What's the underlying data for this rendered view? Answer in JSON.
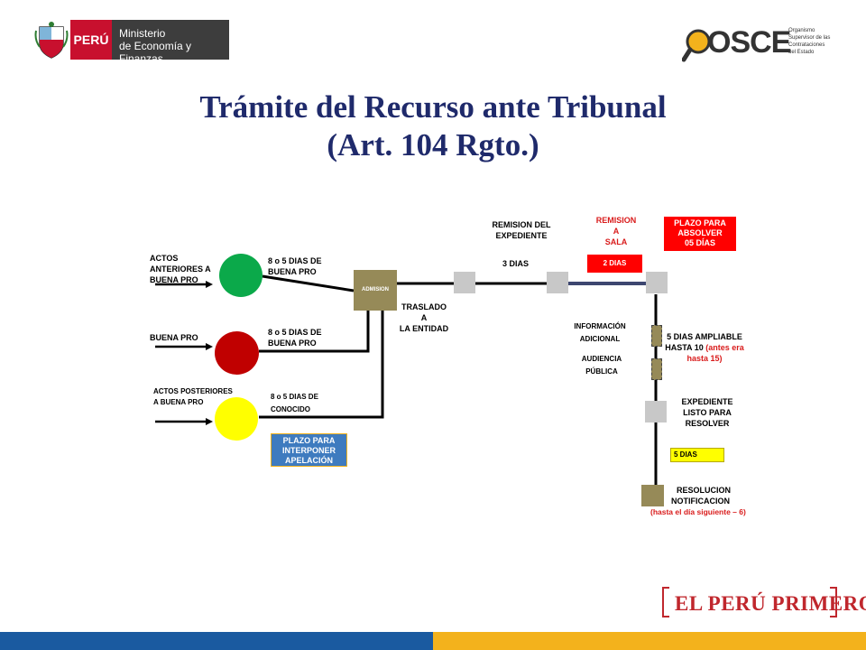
{
  "header": {
    "peru_label": "PERÚ",
    "ministry_line1": "Ministerio",
    "ministry_line2": "de Economía y Finanzas",
    "osce_word": "OSCE",
    "osce_sub_1": "Organismo",
    "osce_sub_2": "Supervisor de las",
    "osce_sub_3": "Contrataciones",
    "osce_sub_4": "del Estado"
  },
  "title": {
    "line1": "Trámite del Recurso ante Tribunal",
    "line2": "(Art. 104 Rgto.)"
  },
  "diagram": {
    "actos_anteriores_1": "ACTOS",
    "actos_anteriores_2": "ANTERIORES A",
    "actos_anteriores_3": "BUENA PRO",
    "buena_pro": "BUENA PRO",
    "actos_posteriores_1": "ACTOS POSTERIORES",
    "actos_posteriores_2": "A BUENA PRO",
    "plazo1_1": "8 o 5 DIAS DE",
    "plazo1_2": "BUENA  PRO",
    "plazo2_1": "8 o 5 DIAS DE",
    "plazo2_2": "BUENA PRO",
    "plazo3_1": "8 o 5 DIAS DE",
    "plazo3_2": "CONOCIDO",
    "interponer_1": "PLAZO PARA",
    "interponer_2": "INTERPONER",
    "interponer_3": "APELACIÓN",
    "admision": "ADMISION",
    "traslado_1": "TRASLADO",
    "traslado_2": "A",
    "traslado_3": "LA ENTIDAD",
    "remision_exp_1": "REMISION DEL",
    "remision_exp_2": "EXPEDIENTE",
    "tres_dias": "3 DIAS",
    "remision_sala_1": "REMISION",
    "remision_sala_2": "A",
    "remision_sala_3": "SALA",
    "dos_dias": "2 DIAS",
    "absolver_1": "PLAZO PARA",
    "absolver_2": "ABSOLVER",
    "absolver_3": "05 DÍAS",
    "info_1": "INFORMACIÓN",
    "info_2": "ADICIONAL",
    "audiencia_1": "AUDIENCIA",
    "audiencia_2": "PÚBLICA",
    "ampliable_1": "5 DIAS AMPLIABLE",
    "ampliable_2a": "HASTA 10 ",
    "ampliable_2b": "(antes era",
    "ampliable_3": "hasta 15)",
    "listo_1": "EXPEDIENTE",
    "listo_2": "LISTO PARA",
    "listo_3": "RESOLVER",
    "cinco_dias": "5 DIAS",
    "resolucion_1": "RESOLUCION",
    "resolucion_2": "NOTIFICACION",
    "resolucion_3": "(hasta el día siguiente – 6)"
  },
  "footer": {
    "slogan": "EL PERÚ PRIMERO"
  },
  "colors": {
    "green": "#0ba94a",
    "red": "#c00000",
    "yellow": "#ffff00",
    "olive": "#968a58",
    "gray": "#c8c8c8",
    "navy_blue": "#3e7bbf",
    "alert_red": "#ff0000",
    "title": "#1f2a6b"
  }
}
